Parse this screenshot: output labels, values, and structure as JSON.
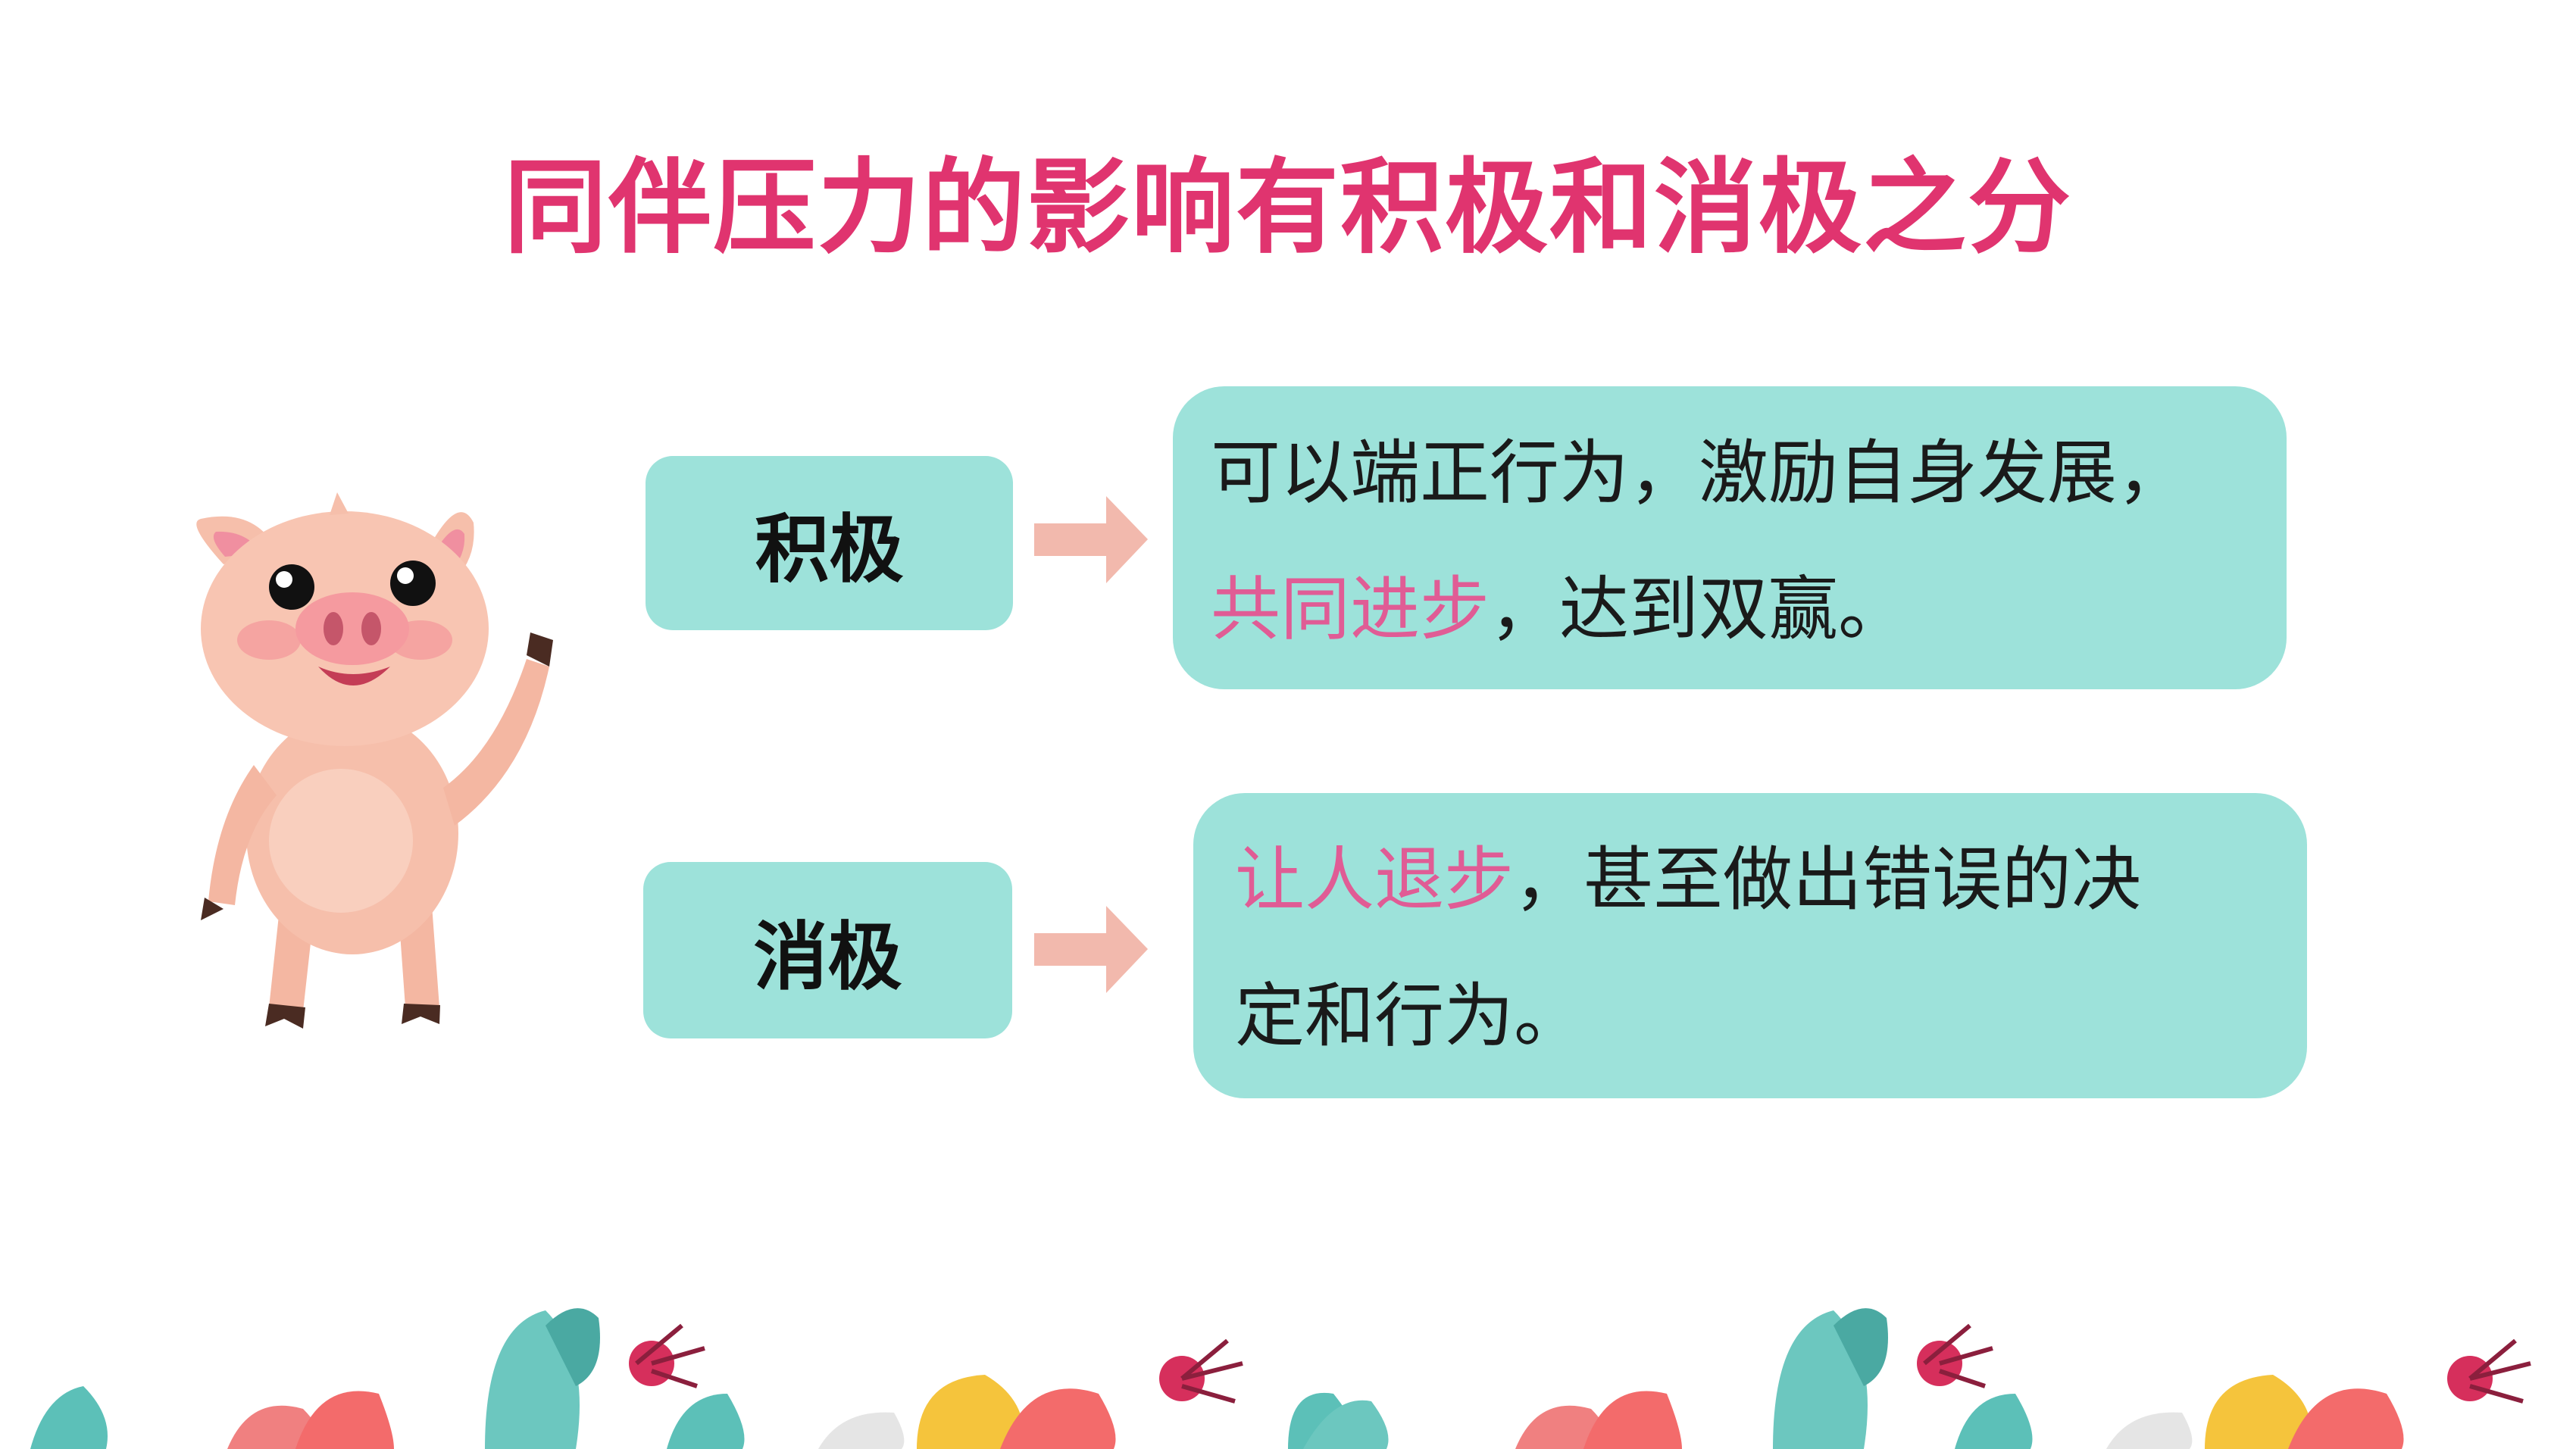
{
  "title": "同伴压力的影响有积极和消极之分",
  "positive": {
    "label": "积极",
    "highlight": "共同进步",
    "line1": "可以端正行为，激励自身发展，",
    "line2_rest": "，达到双赢。"
  },
  "negative": {
    "label": "消极",
    "highlight": "让人退步",
    "line1_rest": "，甚至做出错误的决",
    "line2": "定和行为。"
  },
  "colors": {
    "title": "#e0346f",
    "box": "#9de2da",
    "arrow": "#f2b9ad",
    "highlight": "#e05c95"
  },
  "icons": [
    "pig-mascot-illustration",
    "right-arrow-icon",
    "flower-border-decoration"
  ]
}
